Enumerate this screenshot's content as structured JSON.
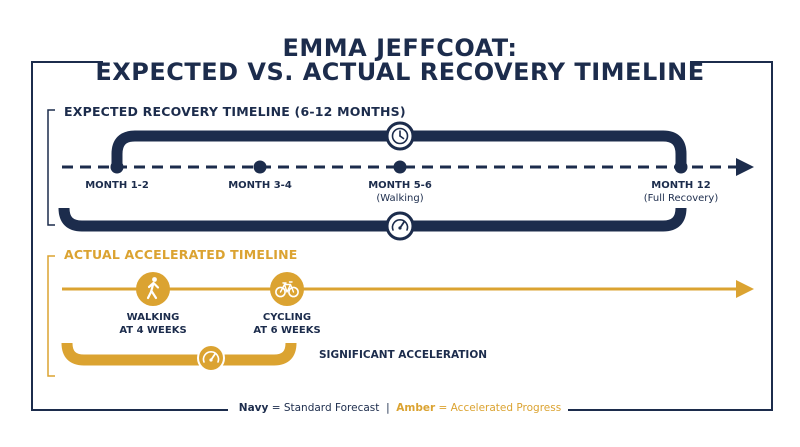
{
  "title": {
    "line1": "EMMA JEFFCOAT:",
    "line2": "EXPECTED VS. ACTUAL RECOVERY TIMELINE"
  },
  "colors": {
    "navy": "#1c2c4c",
    "amber": "#dba331",
    "background": "#ffffff"
  },
  "expected": {
    "heading": "EXPECTED RECOVERY TIMELINE (6-12 MONTHS)",
    "top_arc_icon": "clock-icon",
    "bottom_arc_icon": "speedometer-icon",
    "milestones": [
      {
        "label": "MONTH 1-2",
        "note": ""
      },
      {
        "label": "MONTH 3-4",
        "note": ""
      },
      {
        "label": "MONTH 5-6",
        "note": "(Walking)"
      },
      {
        "label": "MONTH 12",
        "note": "(Full Recovery)"
      }
    ]
  },
  "actual": {
    "heading": "ACTUAL ACCELERATED TIMELINE",
    "milestones": [
      {
        "line1": "WALKING",
        "line2": "AT 4 WEEKS",
        "icon": "walking-person-icon"
      },
      {
        "line1": "CYCLING",
        "line2": "AT 6 WEEKS",
        "icon": "bicycle-icon"
      }
    ],
    "bracket_icon": "speedometer-icon",
    "acceleration_label": "SIGNIFICANT ACCELERATION"
  },
  "legend": {
    "navy_word": "Navy",
    "navy_desc": "= Standard Forecast",
    "separator": "|",
    "amber_word": "Amber",
    "amber_desc": "= Accelerated Progress"
  }
}
